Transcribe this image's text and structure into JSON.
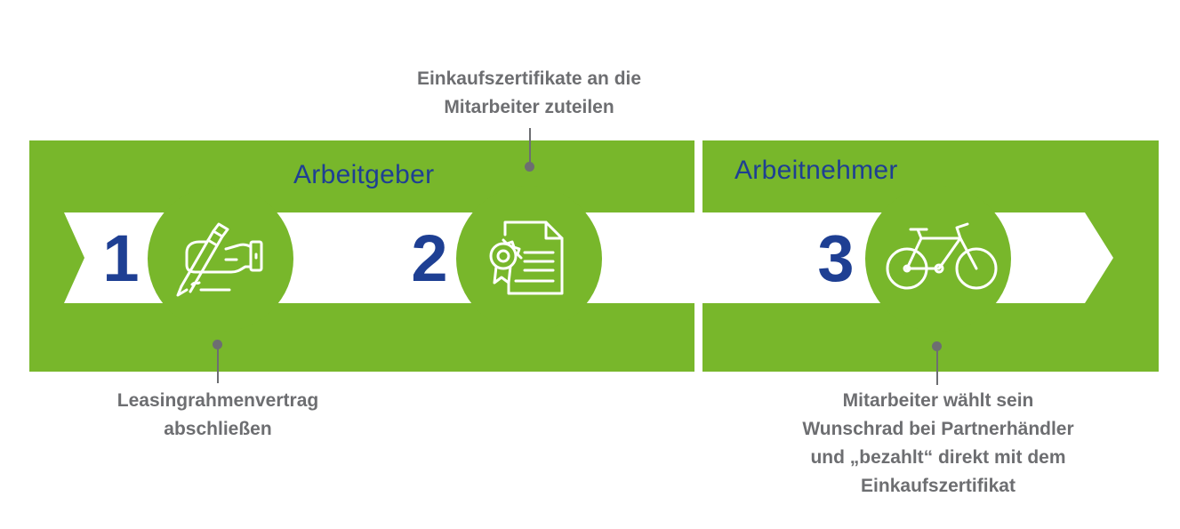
{
  "colors": {
    "green": "#78b72b",
    "blue": "#1e3f93",
    "white": "#ffffff",
    "gray": "#6d6e71"
  },
  "panels": {
    "left_title": "Arbeitgeber",
    "right_title": "Arbeitnehmer"
  },
  "steps": [
    {
      "number": "1",
      "icon": "signing-contract-icon"
    },
    {
      "number": "2",
      "icon": "certificate-document-icon"
    },
    {
      "number": "3",
      "icon": "bicycle-icon"
    }
  ],
  "callouts": [
    {
      "lines": [
        "Leasingrahmenvertrag",
        "abschließen"
      ]
    },
    {
      "lines": [
        "Einkaufszertifikate an die",
        "Mitarbeiter zuteilen"
      ]
    },
    {
      "lines": [
        "Mitarbeiter wählt sein",
        "Wunschrad bei Partnerhändler",
        "und „bezahlt“ direkt mit dem",
        "Einkaufszertifikat"
      ]
    }
  ]
}
